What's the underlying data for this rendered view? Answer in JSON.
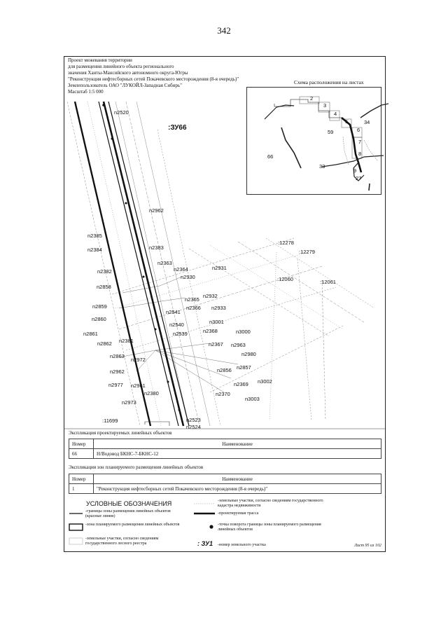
{
  "page_number": "342",
  "title_block": {
    "line1": "Проект межевания территории",
    "line2": "для размещения линейного объекта регионального",
    "line3": "значения Ханты-Мансийского автономного округа-Югры",
    "line4": "\"Реконструкция нефтесборных сетей Покачевского месторождения (8-я очередь)\"",
    "line5": "Землепользователь ОАО \"ЛУКОЙЛ-Западная Сибирь\"",
    "line6": "Масштаб 1:5 000"
  },
  "scheme": {
    "title": "Схема расположения на листах",
    "numbers": [
      "1",
      "2",
      "3",
      "4",
      "5",
      "6",
      "7",
      "8",
      "9",
      "27",
      "33",
      "34",
      "59",
      "66"
    ]
  },
  "map": {
    "zu_label": ":ЗУ66",
    "points": [
      "n2520",
      "n2962",
      "n2385",
      "n2384",
      "n2383",
      "n2363",
      "n2364",
      "n2931",
      "n2382",
      "n2930",
      "n2858",
      "n2365",
      "n2932",
      "n2859",
      "n2541",
      "n2366",
      "n2933",
      "n2860",
      "n2540",
      "n3001",
      "n2861",
      "n2539",
      "n2368",
      "n3000",
      "n2862",
      "n2381",
      "n2367",
      "n2963",
      "n2863",
      "n2980",
      "n2972",
      "n2856",
      "n2857",
      "n2962",
      "n2369",
      "n3002",
      "n2977",
      "n2961",
      "n2380",
      "n2370",
      "n3003",
      "n2973",
      "n2523",
      "n2524"
    ],
    "parcels": [
      ":12278",
      ":12279",
      ":12060",
      ":12061",
      ":11699"
    ]
  },
  "table1": {
    "caption": "Экспликация проектируемых линейных объектов",
    "header_num": "Номер",
    "header_name": "Наименование",
    "row_num": "66",
    "row_name": "Н/Водовод БКНС-7-БКНС-12"
  },
  "table2": {
    "caption": "Экспликация зон планируемого размещения линейных объектов",
    "header_num": "Номер",
    "header_name": "Наименование",
    "row_num": "1",
    "row_name": "\"Реконструкция нефтесборных сетей Покачевского месторождения (8-я очередь)\""
  },
  "legend": {
    "title": "УСЛОВНЫЕ ОБОЗНАЧЕНИЯ",
    "item1": "-границы зоны размещения линейных объектов (красные линии)",
    "item2": "-зона планируемого размещения линейных объектов",
    "item3": "-земельные участки, согласно сведениям государственного лесного реестра",
    "item4": "-земельные участки, согласно сведениям государственного кадастра недвижимости",
    "item5": "-проектируемая трасса",
    "item6": "-точка поворота границы зоны планируемого размещения линейных объектов",
    "item7_symbol": ": ЗУ1",
    "item7": "-номер земельного участка"
  },
  "sheet_label": "Лист 95 из 102"
}
